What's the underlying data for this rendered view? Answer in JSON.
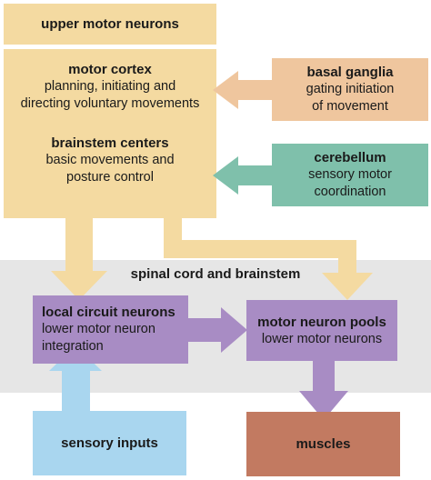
{
  "upper_motor_neurons": {
    "title": "upper motor neurons"
  },
  "motor_cortex": {
    "title": "motor cortex",
    "lines": [
      "planning, initiating and",
      "directing voluntary movements"
    ]
  },
  "brainstem_centers": {
    "title": "brainstem centers",
    "lines": [
      "basic movements and",
      "posture control"
    ]
  },
  "basal_ganglia": {
    "title": "basal ganglia",
    "lines": [
      "gating initiation",
      "of movement"
    ]
  },
  "cerebellum": {
    "title": "cerebellum",
    "lines": [
      "sensory motor",
      "coordination"
    ]
  },
  "spinal_region": {
    "label": "spinal cord and brainstem"
  },
  "local_circuit": {
    "title": "local circuit neurons",
    "lines": [
      "lower motor neuron",
      "integration"
    ]
  },
  "motor_pools": {
    "title": "motor neuron pools",
    "lines": [
      "lower motor neurons"
    ]
  },
  "sensory_inputs": {
    "title": "sensory inputs"
  },
  "muscles": {
    "title": "muscles"
  },
  "colors": {
    "upper": "#f4daa1",
    "basal": "#efc69e",
    "cerebellum": "#7fc0ab",
    "region": "#e6e6e6",
    "lower": "#a88cc4",
    "sensory": "#a9d6ef",
    "muscles": "#c27a61",
    "arrow_upper": "#f4daa1",
    "arrow_basal": "#efc69e",
    "arrow_cereb": "#7fc0ab",
    "arrow_lower": "#a88cc4",
    "arrow_sensory": "#a9d6ef"
  }
}
